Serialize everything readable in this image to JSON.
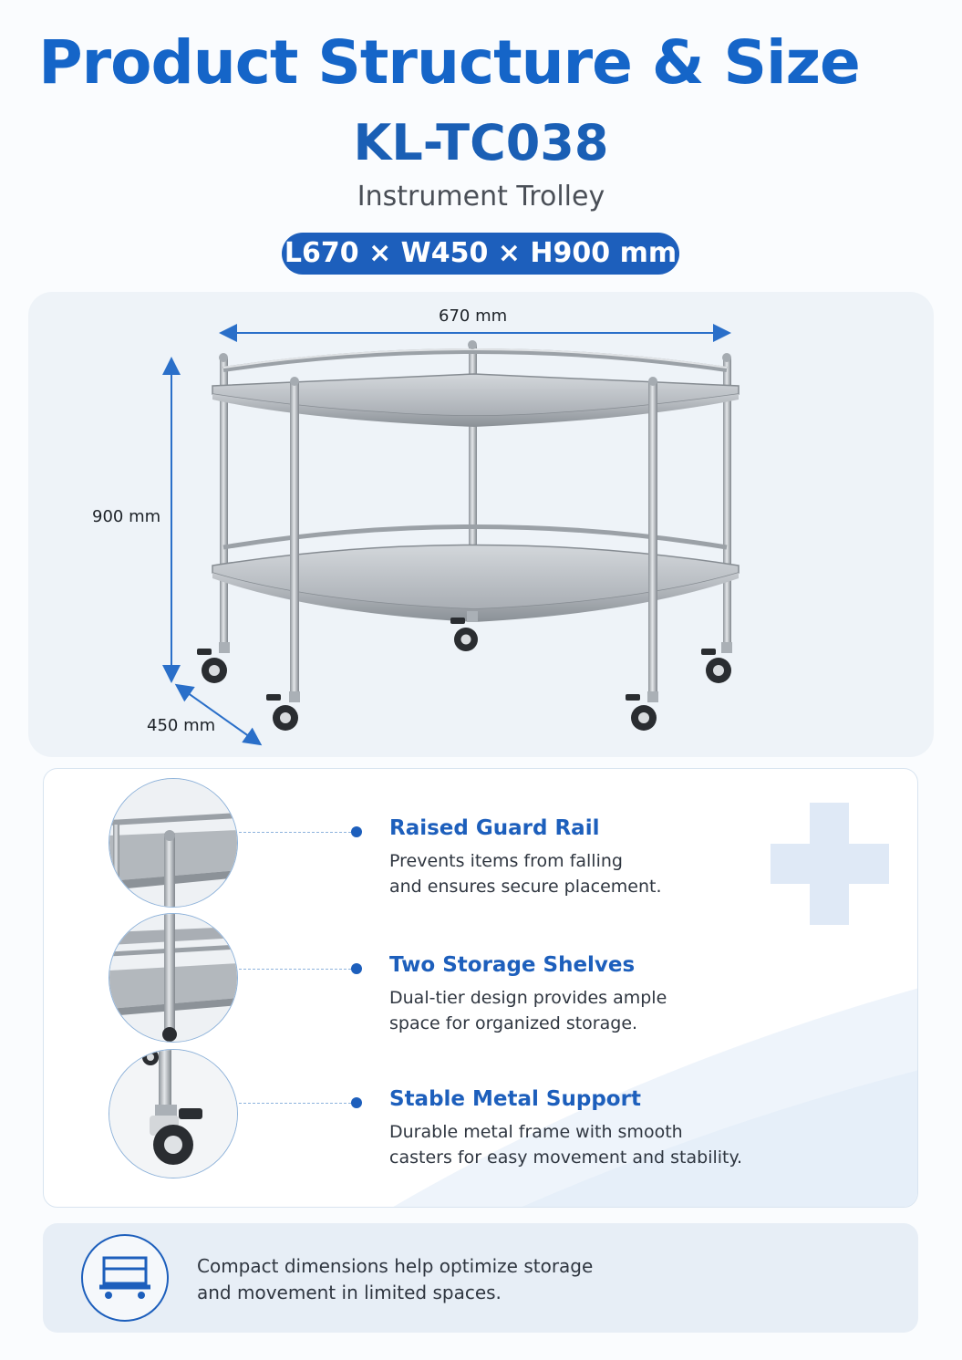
{
  "header": {
    "title": "Product Structure & Size",
    "model": "KL-TC038",
    "subtitle": "Instrument Trolley",
    "dimensions": "L670 × W450 × H900 mm"
  },
  "product": {
    "length_label": "670 mm",
    "height_label": "900 mm",
    "width_label": "450 mm"
  },
  "features": [
    {
      "title": "Raised Guard Rail",
      "line1": "Prevents items from falling",
      "line2": "and ensures secure placement."
    },
    {
      "title": "Two Storage Shelves",
      "line1": "Dual-tier design provides ample",
      "line2": "space for organized storage."
    },
    {
      "title": "Stable Metal Support",
      "line1": "Durable metal frame with smooth",
      "line2": "casters for easy movement and stability."
    }
  ],
  "note": {
    "line1": "Compact dimensions help optimize storage",
    "line2": "and movement in limited spaces."
  },
  "colors": {
    "accent": "#1d5fbc",
    "title": "#1565c8",
    "steel": "#b9bec4"
  },
  "icons": {
    "feature_cross": "medical-cross-icon",
    "note": "trolley-icon"
  }
}
